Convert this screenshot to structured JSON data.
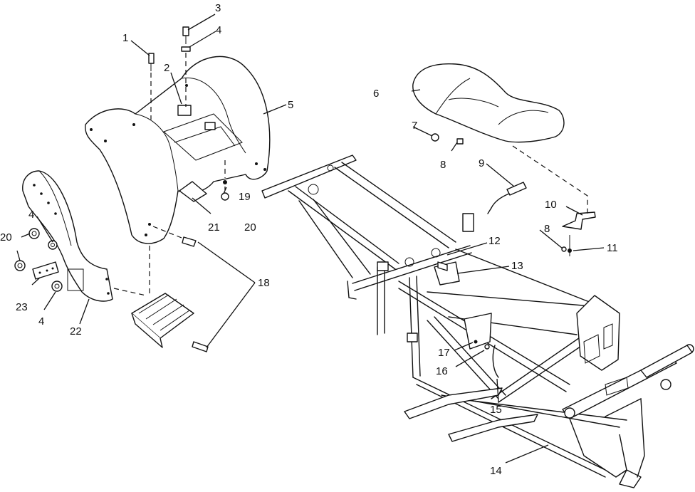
{
  "labels": {
    "c1": "1",
    "c2": "2",
    "c3": "3",
    "c4a": "4",
    "c4b": "4",
    "c4c": "4",
    "c5": "5",
    "c6": "6",
    "c7": "7",
    "c8a": "8",
    "c8b": "8",
    "c9": "9",
    "c10": "10",
    "c11": "11",
    "c12": "12",
    "c13": "13",
    "c14": "14",
    "c15": "15",
    "c16": "16",
    "c17": "17",
    "c18": "18",
    "c19": "19",
    "c20a": "20",
    "c20b": "20",
    "c21": "21",
    "c22": "22",
    "c23": "23"
  }
}
